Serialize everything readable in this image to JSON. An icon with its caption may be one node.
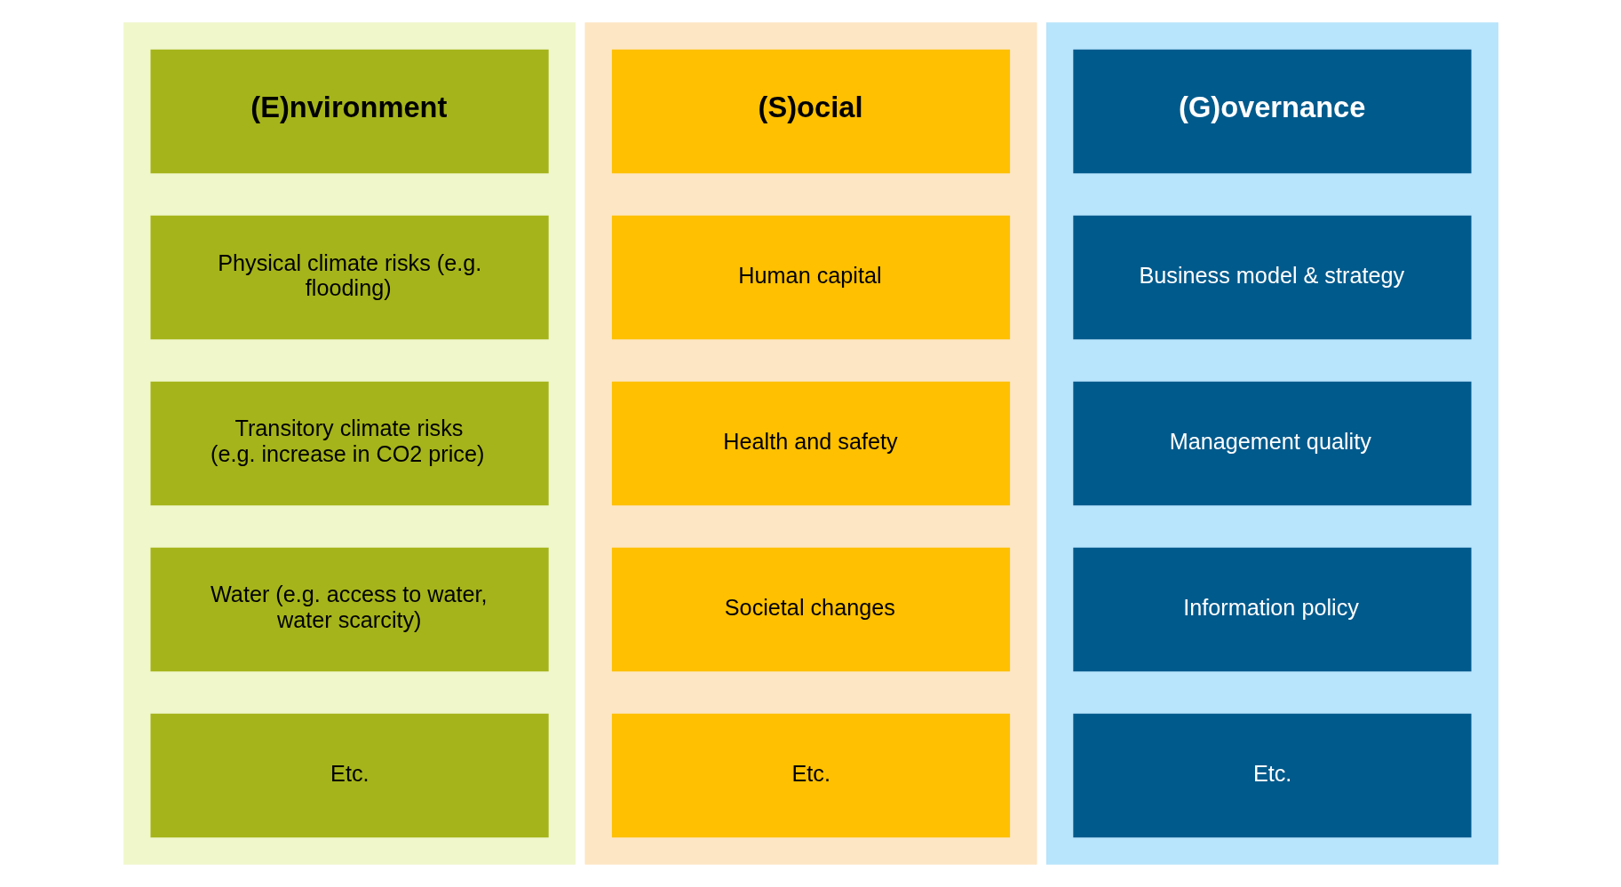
{
  "diagram": {
    "nodes": [
      {
        "text": [],
        "shape": "box"
      },
      {
        "text": [
          "(E)nvironment"
        ],
        "in": 0
      },
      {
        "text": [
          "Physical climate risks (e.g. flooding)"
        ],
        "in": 0
      },
      {
        "text": [
          "Transitory climate risks (e.g. increase in CO2 price)"
        ],
        "in": 0
      },
      {
        "text": [
          "Water (e.g. access to water, water scarcity)"
        ],
        "in": 0
      },
      {
        "text": [
          "Etc."
        ],
        "in": 0
      },
      {
        "text": [],
        "shape": "box"
      },
      {
        "text": [
          "(S)ocial"
        ],
        "in": 6
      },
      {
        "text": [
          "Human capital"
        ],
        "in": 6
      },
      {
        "text": [
          "Health and safety"
        ],
        "in": 6
      },
      {
        "text": [
          "Societal changes"
        ],
        "in": 6
      },
      {
        "text": [
          "Etc."
        ],
        "in": 6
      },
      {
        "text": [],
        "shape": "box"
      },
      {
        "text": [
          "(G)overnance"
        ],
        "in": 12
      },
      {
        "text": [
          "Business model & strategy"
        ],
        "in": 12
      },
      {
        "text": [
          "Management quality"
        ],
        "in": 12
      },
      {
        "text": [
          "Information policy"
        ],
        "in": 12
      },
      {
        "text": [
          "Etc."
        ],
        "in": 12
      }
    ],
    "edges": []
  }
}
